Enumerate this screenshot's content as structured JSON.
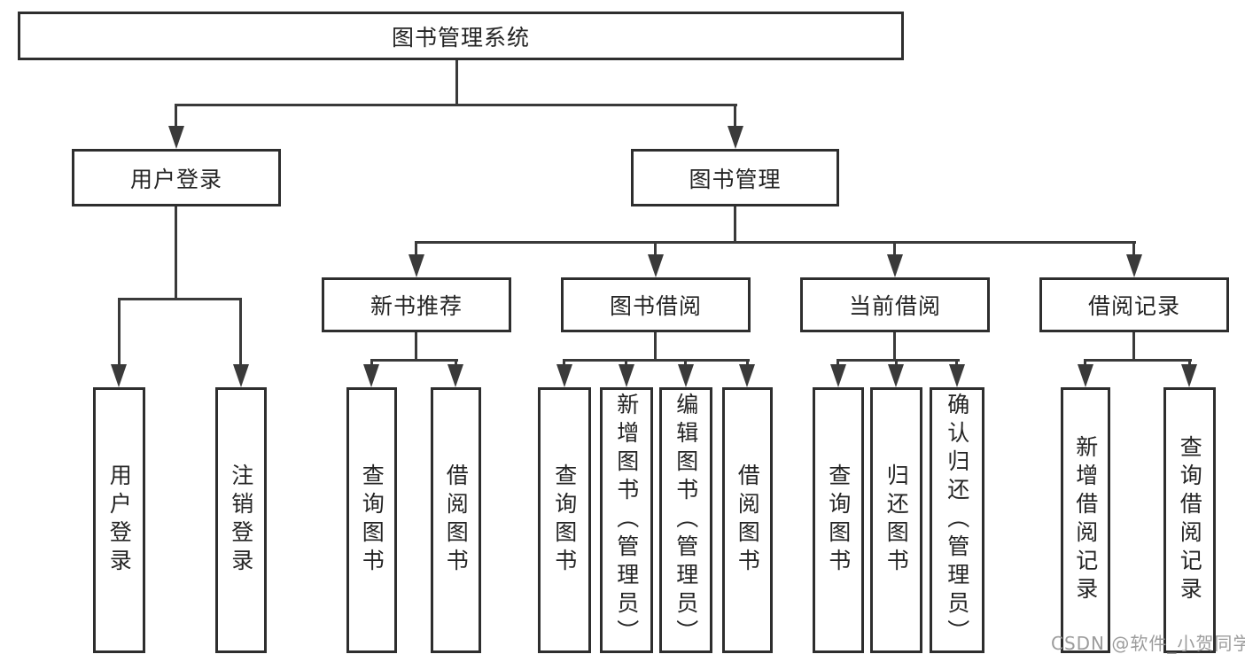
{
  "tree": {
    "label": "图书管理系统",
    "children": [
      {
        "label": "用户登录",
        "children": [
          {
            "label": "用户登录"
          },
          {
            "label": "注销登录"
          }
        ]
      },
      {
        "label": "图书管理",
        "children": [
          {
            "label": "新书推荐",
            "children": [
              {
                "label": "查询图书"
              },
              {
                "label": "借阅图书"
              }
            ]
          },
          {
            "label": "图书借阅",
            "children": [
              {
                "label": "查询图书"
              },
              {
                "label": "新增图书（管理员）"
              },
              {
                "label": "编辑图书（管理员）"
              },
              {
                "label": "借阅图书"
              }
            ]
          },
          {
            "label": "当前借阅",
            "children": [
              {
                "label": "查询图书"
              },
              {
                "label": "归还图书"
              },
              {
                "label": "确认归还（管理员）"
              }
            ]
          },
          {
            "label": "借阅记录",
            "children": [
              {
                "label": "新增借阅记录"
              },
              {
                "label": "查询借阅记录"
              }
            ]
          }
        ]
      }
    ]
  },
  "watermark": {
    "text": "CSDN @软件_小贺同学"
  },
  "colors": {
    "background": "#ffffff",
    "box_border": "#2e2e2e",
    "connector_line": "#3a3a3a",
    "text": "#242424",
    "watermark": "#9c9c9c"
  }
}
